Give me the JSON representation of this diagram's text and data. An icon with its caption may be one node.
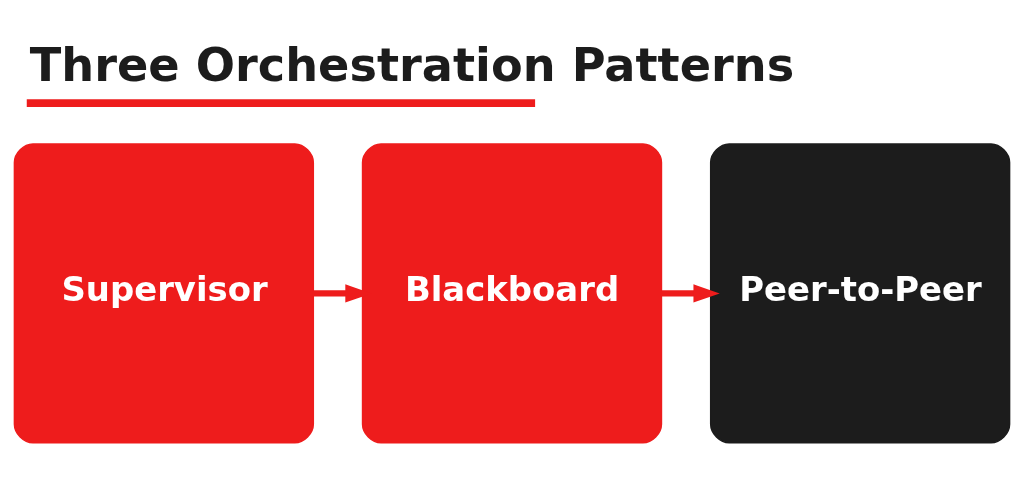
{
  "diagram": {
    "title": "Three Orchestration Patterns",
    "nodes": [
      {
        "text": [
          "Supervisor"
        ]
      },
      {
        "text": [
          "Blackboard"
        ]
      },
      {
        "text": [
          "Peer-to-Peer"
        ]
      }
    ],
    "edges": [
      {
        "from": 0,
        "to": 1,
        "arrow": "to"
      },
      {
        "from": 1,
        "to": 2,
        "arrow": "to"
      }
    ]
  }
}
